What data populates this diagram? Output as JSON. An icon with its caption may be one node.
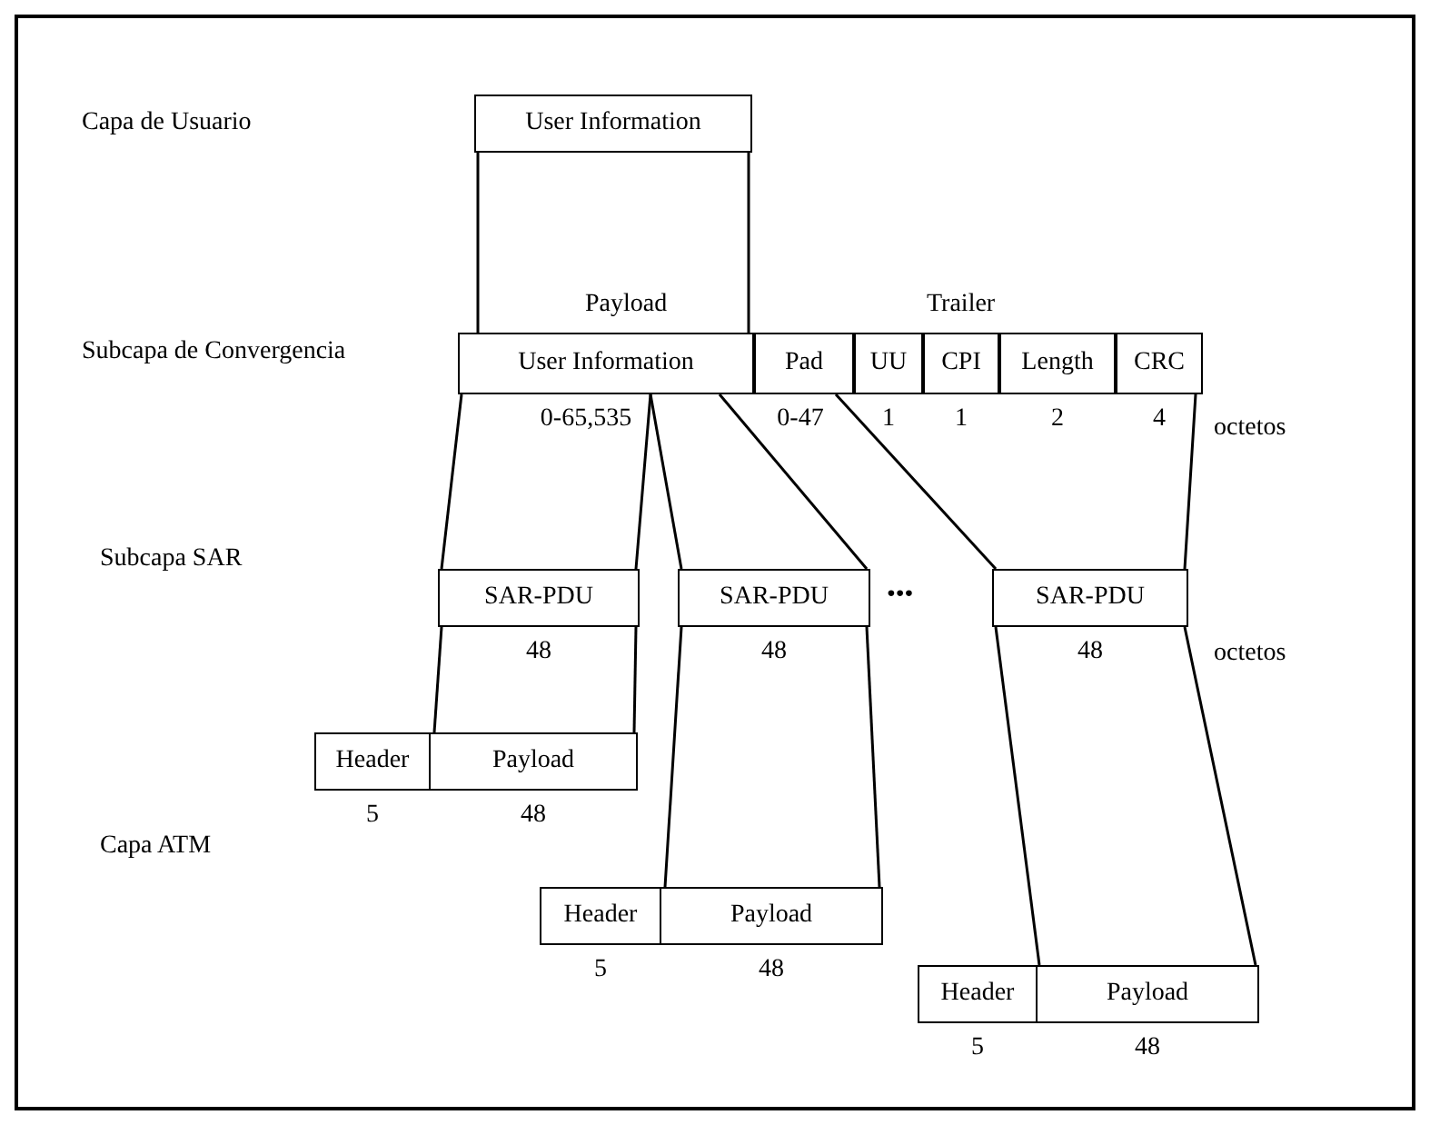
{
  "diagram": {
    "nodes": [
      {
        "text": [
          "User Information"
        ]
      },
      {
        "text": [
          "User Information"
        ],
        "beside": [
          "0-65,535"
        ]
      },
      {
        "text": [
          "Pad"
        ],
        "beside": [
          "0-47"
        ]
      },
      {
        "text": [
          "UU"
        ],
        "beside": [
          "1"
        ]
      },
      {
        "text": [
          "CPI"
        ],
        "beside": [
          "1"
        ]
      },
      {
        "text": [
          "Length"
        ],
        "beside": [
          "2"
        ]
      },
      {
        "text": [
          "CRC"
        ],
        "beside": [
          "4"
        ]
      },
      {
        "text": [
          "SAR-PDU"
        ],
        "beside": [
          "48"
        ]
      },
      {
        "text": [
          "SAR-PDU"
        ],
        "beside": [
          "48"
        ]
      },
      {
        "text": [
          "SAR-PDU"
        ],
        "beside": [
          "48"
        ]
      },
      {
        "text": [
          "Header"
        ],
        "beside": [
          "5"
        ]
      },
      {
        "text": [
          "Payload"
        ],
        "beside": [
          "48"
        ]
      },
      {
        "text": [
          "Header"
        ],
        "beside": [
          "5"
        ]
      },
      {
        "text": [
          "Payload"
        ],
        "beside": [
          "48"
        ]
      },
      {
        "text": [
          "Header"
        ],
        "beside": [
          "5"
        ]
      },
      {
        "text": [
          "Payload"
        ],
        "beside": [
          "48"
        ]
      }
    ],
    "edges": [
      {
        "from": 0,
        "to": 1,
        "arrow": "none"
      },
      {
        "from": 0,
        "to": 1,
        "arrow": "none"
      },
      {
        "from": 1,
        "to": 7,
        "arrow": "none"
      },
      {
        "from": 1,
        "to": 7,
        "arrow": "none"
      },
      {
        "from": 1,
        "to": 8,
        "arrow": "none"
      },
      {
        "from": 1,
        "to": 8,
        "arrow": "none"
      },
      {
        "from": 2,
        "to": 9,
        "arrow": "none"
      },
      {
        "from": 6,
        "to": 9,
        "arrow": "none"
      },
      {
        "from": 7,
        "to": 11,
        "arrow": "none"
      },
      {
        "from": 7,
        "to": 11,
        "arrow": "none"
      },
      {
        "from": 8,
        "to": 13,
        "arrow": "none"
      },
      {
        "from": 8,
        "to": 13,
        "arrow": "none"
      },
      {
        "from": 9,
        "to": 15,
        "arrow": "none"
      },
      {
        "from": 9,
        "to": 15,
        "arrow": "none"
      }
    ],
    "labels": [
      "Capa de Usuario",
      "Payload",
      "Trailer",
      "Subcapa de Convergencia",
      "octetos",
      "Subcapa SAR",
      "•••",
      "octetos",
      "Capa ATM"
    ]
  }
}
